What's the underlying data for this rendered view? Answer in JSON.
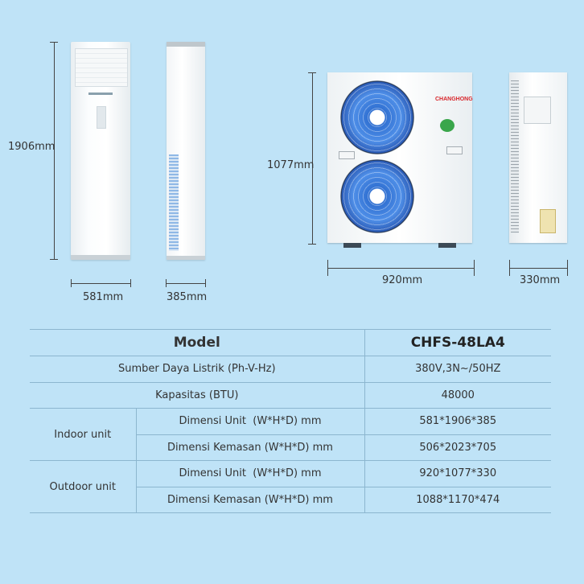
{
  "dimensions": {
    "indoor_height": "1906mm",
    "indoor_width": "581mm",
    "indoor_depth": "385mm",
    "outdoor_height": "1077mm",
    "outdoor_width": "920mm",
    "outdoor_depth": "330mm"
  },
  "outdoor_logo": "CHANGHONG",
  "table": {
    "header_label": "Model",
    "header_value": "CHFS-48LA4",
    "rows": [
      {
        "label": "Sumber Daya Listrik (Ph-V-Hz)",
        "value": "380V,3N~/50HZ"
      },
      {
        "label": "Kapasitas (BTU)",
        "value": "48000"
      }
    ],
    "indoor": {
      "group": "Indoor unit",
      "unit_label": "Dimensi Unit  (W*H*D) mm",
      "unit_value": "581*1906*385",
      "pack_label": "Dimensi Kemasan (W*H*D) mm",
      "pack_value": "506*2023*705"
    },
    "outdoor": {
      "group": "Outdoor unit",
      "unit_label": "Dimensi Unit  (W*H*D) mm",
      "unit_value": "920*1077*330",
      "pack_label": "Dimensi Kemasan (W*H*D) mm",
      "pack_value": "1088*1170*474"
    }
  },
  "colors": {
    "background": "#bfe3f7",
    "line": "#8cb6cf",
    "fan_blue": "#2f6fd1",
    "logo_red": "#d8262b"
  }
}
